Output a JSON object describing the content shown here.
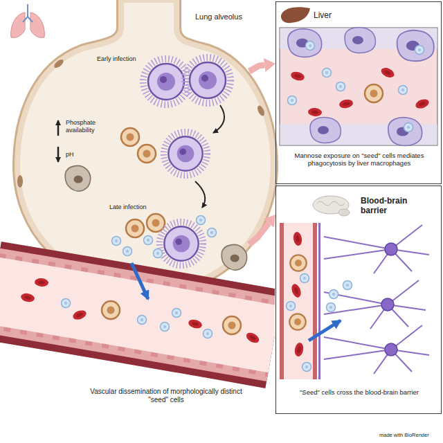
{
  "diagram": {
    "nodes": [
      {
        "text": [
          "Lung alveolus",
          "Early infection",
          "Phosphate availability",
          "pH",
          "Late infection"
        ]
      },
      {
        "text": [
          "Liver",
          "Mannose exposure on \"seed\" cells mediates phagocytosis by liver macrophages"
        ]
      },
      {
        "text": [
          "Blood-brain barrier",
          "\"Seed\" cells cross the blood-brain barrier"
        ]
      }
    ],
    "edges": [
      {
        "from": 0,
        "to": 1,
        "arrow": "to"
      },
      {
        "from": 0,
        "to": 2,
        "arrow": "to"
      }
    ],
    "labels": [
      "Vascular dissemination of morphologically distinct \"seed\" cells",
      "made with BioRender"
    ]
  }
}
